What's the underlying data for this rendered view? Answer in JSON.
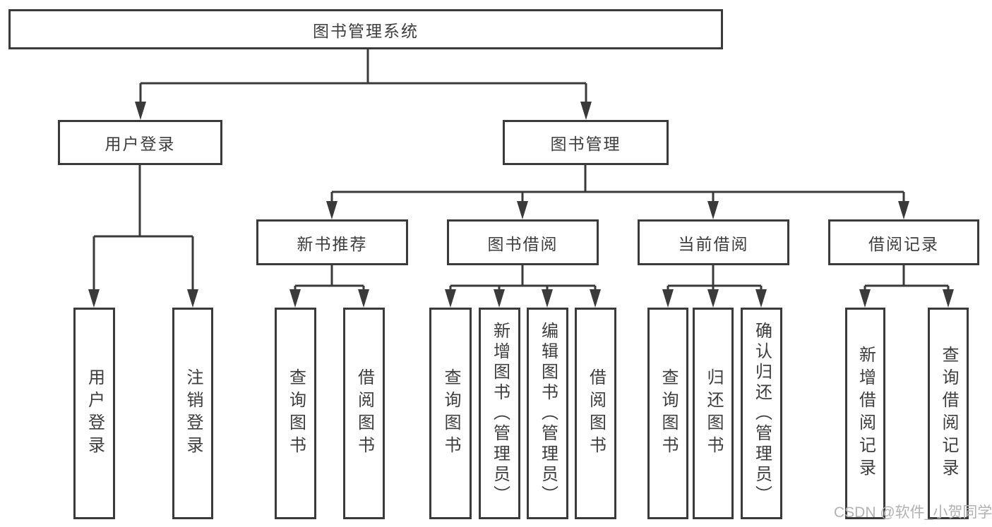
{
  "diagram": {
    "root": {
      "label": "图书管理系统"
    },
    "level2": [
      {
        "label": "用户登录"
      },
      {
        "label": "图书管理"
      }
    ],
    "level3": [
      {
        "label": "新书推荐",
        "parent": "图书管理"
      },
      {
        "label": "图书借阅",
        "parent": "图书管理"
      },
      {
        "label": "当前借阅",
        "parent": "图书管理"
      },
      {
        "label": "借阅记录",
        "parent": "图书管理"
      }
    ],
    "leaves": [
      {
        "label": "用户登录",
        "parent": "用户登录"
      },
      {
        "label": "注销登录",
        "parent": "用户登录"
      },
      {
        "label": "查询图书",
        "parent": "新书推荐"
      },
      {
        "label": "借阅图书",
        "parent": "新书推荐"
      },
      {
        "label": "查询图书",
        "parent": "图书借阅"
      },
      {
        "label": "新增图书（管理员）",
        "parent": "图书借阅"
      },
      {
        "label": "编辑图书（管理员）",
        "parent": "图书借阅"
      },
      {
        "label": "借阅图书",
        "parent": "图书借阅"
      },
      {
        "label": "查询图书",
        "parent": "当前借阅"
      },
      {
        "label": "归还图书",
        "parent": "当前借阅"
      },
      {
        "label": "确认归还（管理员）",
        "parent": "当前借阅"
      },
      {
        "label": "新增借阅记录",
        "parent": "借阅记录"
      },
      {
        "label": "查询借阅记录",
        "parent": "借阅记录"
      }
    ],
    "watermark": "CSDN @软件_小贺同学",
    "colors": {
      "line": "#3a3a3a",
      "text": "#3d3d3d",
      "watermark": "#b2b2b2",
      "background": "#ffffff"
    }
  }
}
